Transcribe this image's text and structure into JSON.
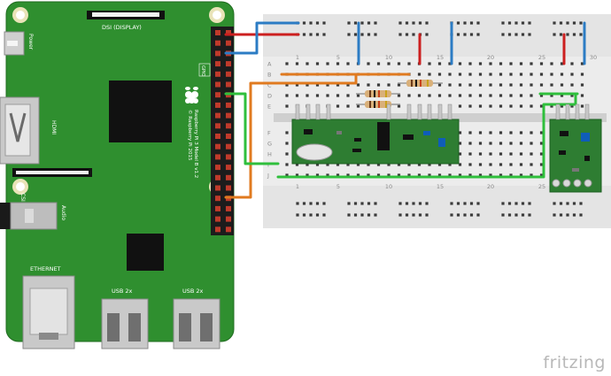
{
  "board": {
    "labels": {
      "power": "Power",
      "dsi": "DSI (DISPLAY)",
      "hdmi": "HDMI",
      "csi": "CSI (CAMERA)",
      "audio": "Audio",
      "ethernet": "ETHERNET",
      "usb_left": "USB 2x",
      "usb_right": "USB 2x",
      "gpio": "GPIO",
      "model_line1": "Raspberry Pi 3 Model B v1.2",
      "model_line2": "© Raspberry Pi 2015"
    },
    "color": "#2e8b2e"
  },
  "breadboard": {
    "column_numbers": [
      "1",
      "5",
      "10",
      "15",
      "20",
      "25",
      "30"
    ],
    "row_letters_top": [
      "A",
      "B",
      "C",
      "D",
      "E"
    ],
    "row_letters_bottom": [
      "F",
      "G",
      "H",
      "I",
      "J"
    ]
  },
  "wire_colors": {
    "red": "#cc1f1f",
    "blue": "#2c7cc4",
    "orange": "#e07a1f",
    "green": "#2fbf3c"
  },
  "watermark": "fritzing"
}
